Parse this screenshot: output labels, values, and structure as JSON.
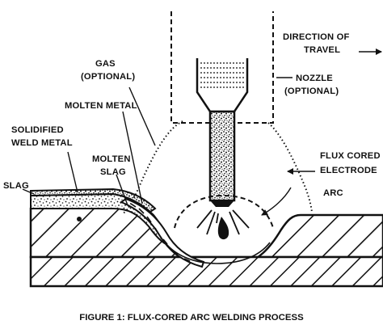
{
  "colors": {
    "ink": "#111111",
    "background": "#ffffff"
  },
  "labels": {
    "gas_line1": "GAS",
    "gas_line2": "(OPTIONAL)",
    "direction_line1": "DIRECTION OF",
    "direction_line2": "TRAVEL",
    "nozzle_line1": "NOZZLE",
    "nozzle_line2": "(OPTIONAL)",
    "molten_metal": "MOLTEN METAL",
    "solidified_line1": "SOLIDIFIED",
    "solidified_line2": "WELD METAL",
    "molten_slag_line1": "MOLTEN",
    "molten_slag_line2": "SLAG",
    "slag": "SLAG",
    "flux_line1": "FLUX CORED",
    "flux_line2": "ELECTRODE",
    "arc": "ARC"
  },
  "caption": "FIGURE 1: FLUX-CORED ARC WELDING PROCESS"
}
